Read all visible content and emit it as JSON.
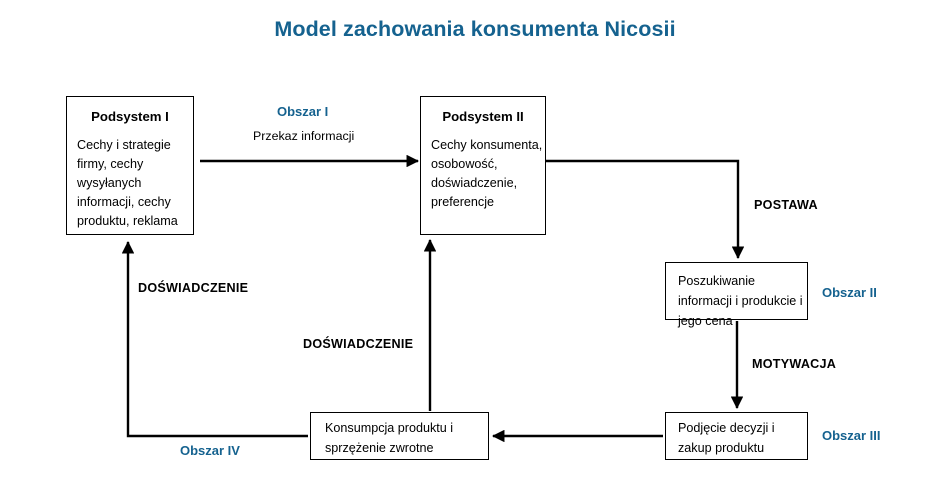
{
  "page": {
    "title": "Model zachowania konsumenta Nicosii",
    "accent_color": "#15628F",
    "line_color": "#000000",
    "background": "#ffffff"
  },
  "boxes": {
    "subsystem1": {
      "title": "Podsystem I",
      "body": "Cechy i strategie firmy, cechy wysyłanych informacji, cechy produktu, reklama"
    },
    "subsystem2": {
      "title": "Podsystem II",
      "body": "Cechy konsumenta, osobowość, doświadczenie, preferencje"
    },
    "search": {
      "body": "Poszukiwanie informacji i produkcie i jego cena"
    },
    "decision": {
      "body": "Podjęcie decyzji i zakup produktu"
    },
    "consumption": {
      "body": "Konsumpcja produktu i sprzężenie zwrotne"
    }
  },
  "labels": {
    "area1": "Obszar I",
    "area1_sub": "Przekaz informacji",
    "area2": "Obszar II",
    "area3": "Obszar III",
    "area4": "Obszar IV",
    "postawa": "POSTAWA",
    "motywacja": "MOTYWACJA",
    "doswiadczenie_left": "DOŚWIADCZENIE",
    "doswiadczenie_middle": "DOŚWIADCZENIE"
  }
}
